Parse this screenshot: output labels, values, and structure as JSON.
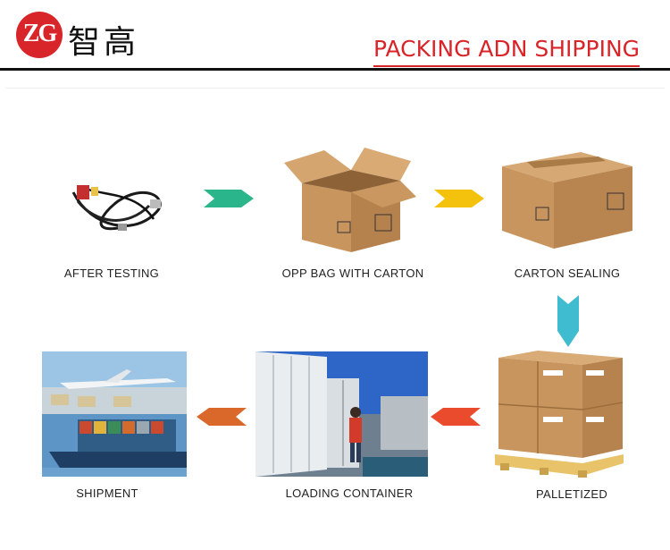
{
  "header": {
    "logo_text": "ZG",
    "logo_cn": "智高",
    "title": "PACKING ADN SHIPPING"
  },
  "steps": [
    {
      "label": "AFTER TESTING",
      "icon": "wire-harness-icon"
    },
    {
      "label": "OPP BAG WITH CARTON",
      "icon": "open-carton-icon"
    },
    {
      "label": "CARTON SEALING",
      "icon": "sealed-carton-icon"
    },
    {
      "label": "PALLETIZED",
      "icon": "pallet-icon"
    },
    {
      "label": "LOADING CONTAINER",
      "icon": "container-icon"
    },
    {
      "label": "SHIPMENT",
      "icon": "ship-plane-icon"
    }
  ],
  "colors": {
    "brand_red": "#d8252a",
    "arrow_1": "#2bb58a",
    "arrow_2": "#f4c20d",
    "arrow_3": "#3fbcd0",
    "arrow_4": "#ea4b2c",
    "arrow_5": "#d9682a",
    "carton": "#c8955e"
  }
}
